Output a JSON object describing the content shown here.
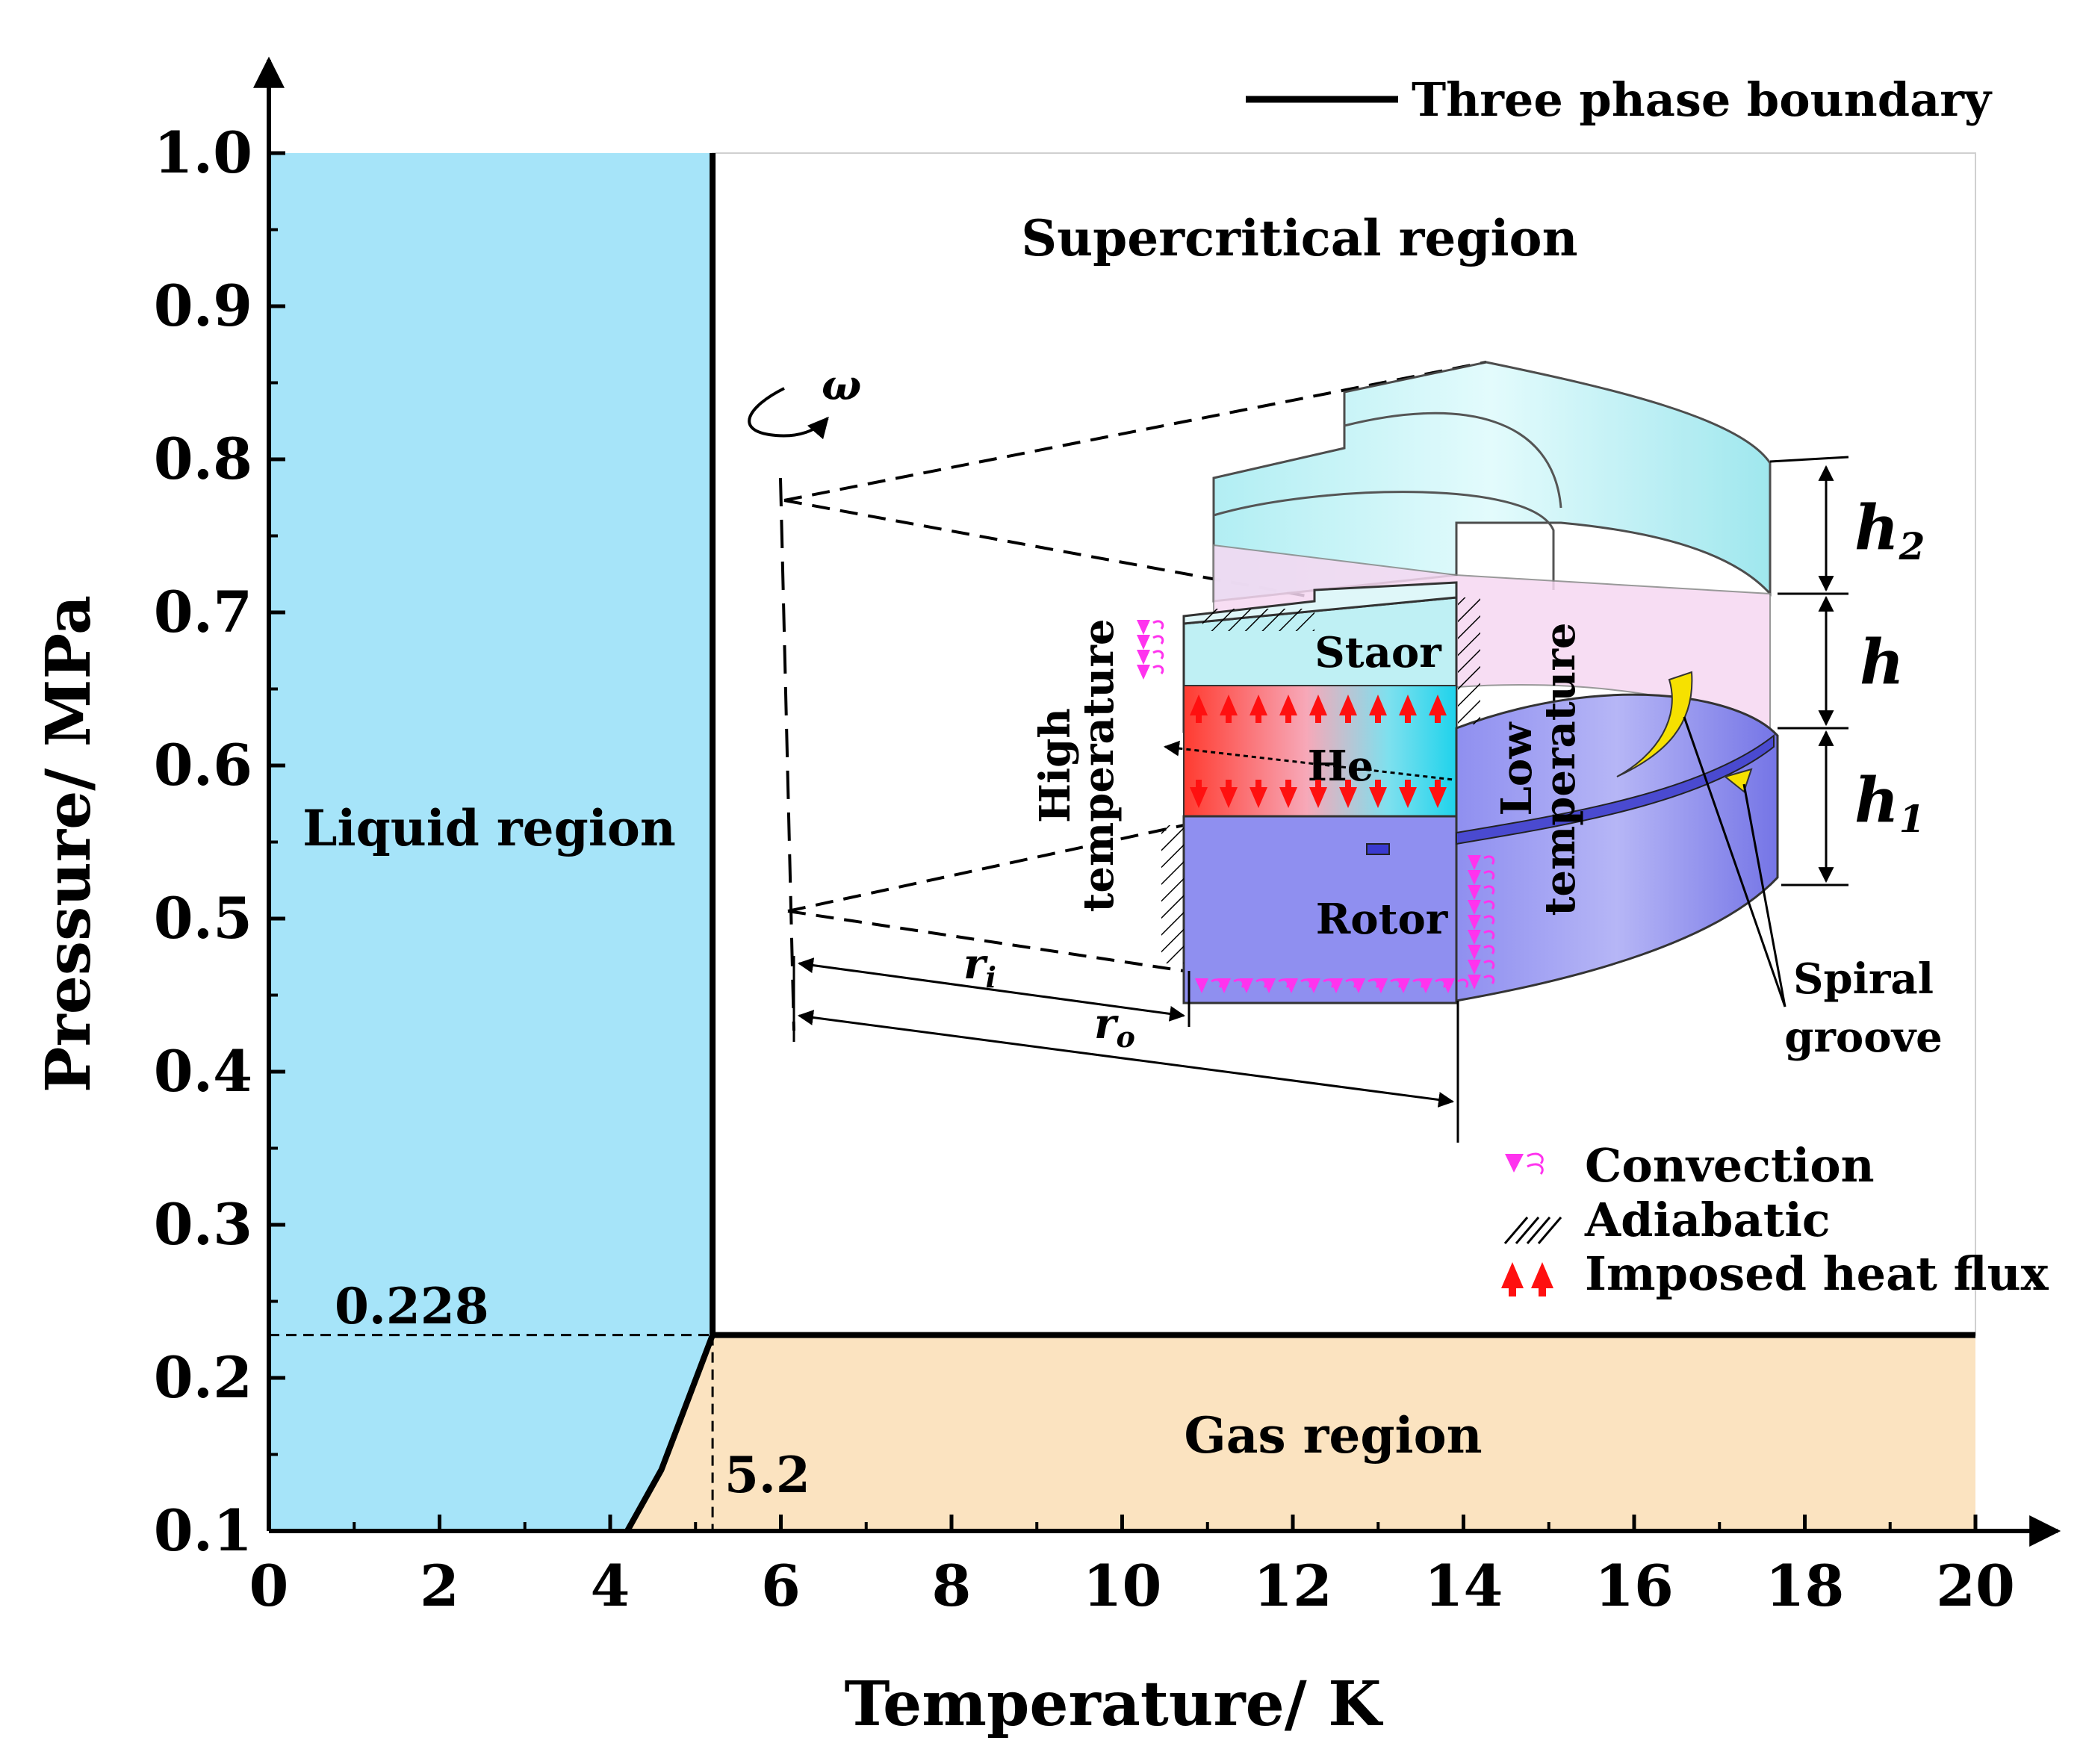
{
  "chart_data": {
    "type": "line",
    "xlabel": "Temperature/ K",
    "ylabel": "Pressure/ MPa",
    "xlim": [
      0,
      20
    ],
    "ylim": [
      0.1,
      1.0
    ],
    "x_ticks": [
      "0",
      "2",
      "4",
      "6",
      "8",
      "10",
      "12",
      "14",
      "16",
      "18",
      "20"
    ],
    "y_ticks": [
      "0.1",
      "0.2",
      "0.3",
      "0.4",
      "0.5",
      "0.6",
      "0.7",
      "0.8",
      "0.9",
      "1.0"
    ],
    "legend_position": "top-right",
    "grid": false,
    "series": [
      {
        "name": "Three phase boundary",
        "color": "#000000",
        "segments": [
          {
            "points": [
              [
                4.2,
                0.1
              ],
              [
                4.6,
                0.14
              ],
              [
                5.2,
                0.228
              ]
            ]
          },
          {
            "points": [
              [
                5.2,
                0.228
              ],
              [
                5.2,
                1.0
              ]
            ]
          },
          {
            "points": [
              [
                5.2,
                0.228
              ],
              [
                20.0,
                0.228
              ]
            ]
          }
        ]
      }
    ],
    "regions": [
      {
        "label": "Liquid region",
        "color": "#a6e4f9"
      },
      {
        "label": "Gas region",
        "color": "#fbe3c0"
      },
      {
        "label": "Supercritical region",
        "color": "#ffffff"
      }
    ],
    "annotations": {
      "critical_pressure": {
        "value": 0.228,
        "label": "0.228"
      },
      "critical_temperature": {
        "value": 5.2,
        "label": "5.2"
      }
    }
  },
  "inset": {
    "omega": "ω",
    "stator": "Staor",
    "rotor": "Rotor",
    "fluid": "He",
    "high_temperature": [
      "High",
      "temperature"
    ],
    "low_temperature": [
      "Low",
      "temperature"
    ],
    "h2": "h",
    "h2_sub": "2",
    "h": "h",
    "h1": "h",
    "h1_sub": "1",
    "ri": "r",
    "ri_sub": "i",
    "ro": "r",
    "ro_sub": "o",
    "spiral_groove": [
      "Spiral",
      "groove"
    ],
    "legend": {
      "convection": "Convection",
      "adiabatic": "Adiabatic",
      "heat_flux": "Imposed heat flux"
    },
    "colors": {
      "stator": "#bff0f4",
      "he_hot": "#ff3b30",
      "he_cold": "#1fd3ec",
      "rotor": "#8f8ff0",
      "rotor_dark": "#6e6ee0",
      "pink": "#f6d8f2",
      "groove": "#f6e100",
      "convection": "#ff33ee",
      "heat_flux": "#ff1010"
    }
  }
}
